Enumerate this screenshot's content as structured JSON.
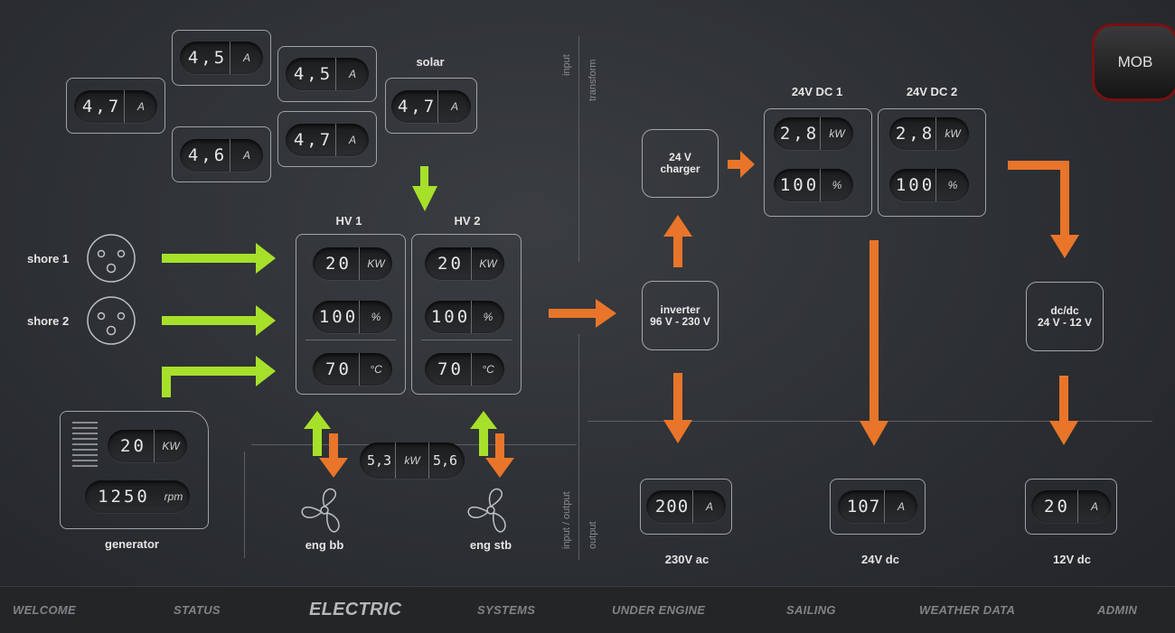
{
  "colors": {
    "green": "#a7e02a",
    "orange": "#e8752a",
    "alarm": "#7a1010"
  },
  "mob_label": "MOB",
  "solar": {
    "label": "solar",
    "cells": [
      {
        "value": "4,5",
        "unit": "A"
      },
      {
        "value": "4,5",
        "unit": "A"
      },
      {
        "value": "4,7",
        "unit": "A"
      },
      {
        "value": "4,7",
        "unit": "A"
      },
      {
        "value": "4,6",
        "unit": "A"
      },
      {
        "value": "4,7",
        "unit": "A"
      }
    ]
  },
  "shore": [
    {
      "label": "shore 1",
      "icon": "shore-plug-icon"
    },
    {
      "label": "shore 2",
      "icon": "shore-plug-icon"
    }
  ],
  "hv": [
    {
      "label": "HV 1",
      "power": {
        "value": "20",
        "unit": "KW"
      },
      "charge": {
        "value": "100",
        "unit": "%"
      },
      "temp": {
        "value": "70",
        "unit": "°C"
      }
    },
    {
      "label": "HV 2",
      "power": {
        "value": "20",
        "unit": "KW"
      },
      "charge": {
        "value": "100",
        "unit": "%"
      },
      "temp": {
        "value": "70",
        "unit": "°C"
      }
    }
  ],
  "generator": {
    "label": "generator",
    "power": {
      "value": "20",
      "unit": "KW"
    },
    "rpm": {
      "value": "1250",
      "unit": "rpm"
    }
  },
  "engines": {
    "bb": {
      "label": "eng bb",
      "icon": "propeller-icon"
    },
    "stb": {
      "label": "eng stb",
      "icon": "propeller-icon"
    },
    "power_left": "5,3",
    "power_unit": "kW",
    "power_right": "5,6"
  },
  "section_labels": {
    "top_input": "input",
    "top_transform": "transform",
    "bottom_io": "input / output",
    "bottom_output": "output"
  },
  "charger": {
    "line1": "24 V",
    "line2": "charger"
  },
  "inverter": {
    "line1": "inverter",
    "line2": "96 V - 230 V"
  },
  "dcdc": {
    "line1": "dc/dc",
    "line2": "24 V - 12 V"
  },
  "dc": [
    {
      "label": "24V DC 1",
      "power": {
        "value": "2,8",
        "unit": "kW"
      },
      "charge": {
        "value": "100",
        "unit": "%"
      }
    },
    {
      "label": "24V DC 2",
      "power": {
        "value": "2,8",
        "unit": "kW"
      },
      "charge": {
        "value": "100",
        "unit": "%"
      }
    }
  ],
  "outputs": [
    {
      "label": "230V ac",
      "value": "200",
      "unit": "A"
    },
    {
      "label": "24V dc",
      "value": "107",
      "unit": "A"
    },
    {
      "label": "12V dc",
      "value": "20",
      "unit": "A"
    }
  ],
  "nav": [
    {
      "label": "WELCOME",
      "active": false
    },
    {
      "label": "STATUS",
      "active": false
    },
    {
      "label": "ELECTRIC",
      "active": true
    },
    {
      "label": "SYSTEMS",
      "active": false
    },
    {
      "label": "UNDER ENGINE",
      "active": false
    },
    {
      "label": "SAILING",
      "active": false
    },
    {
      "label": "WEATHER DATA",
      "active": false
    },
    {
      "label": "ADMIN",
      "active": false
    }
  ]
}
